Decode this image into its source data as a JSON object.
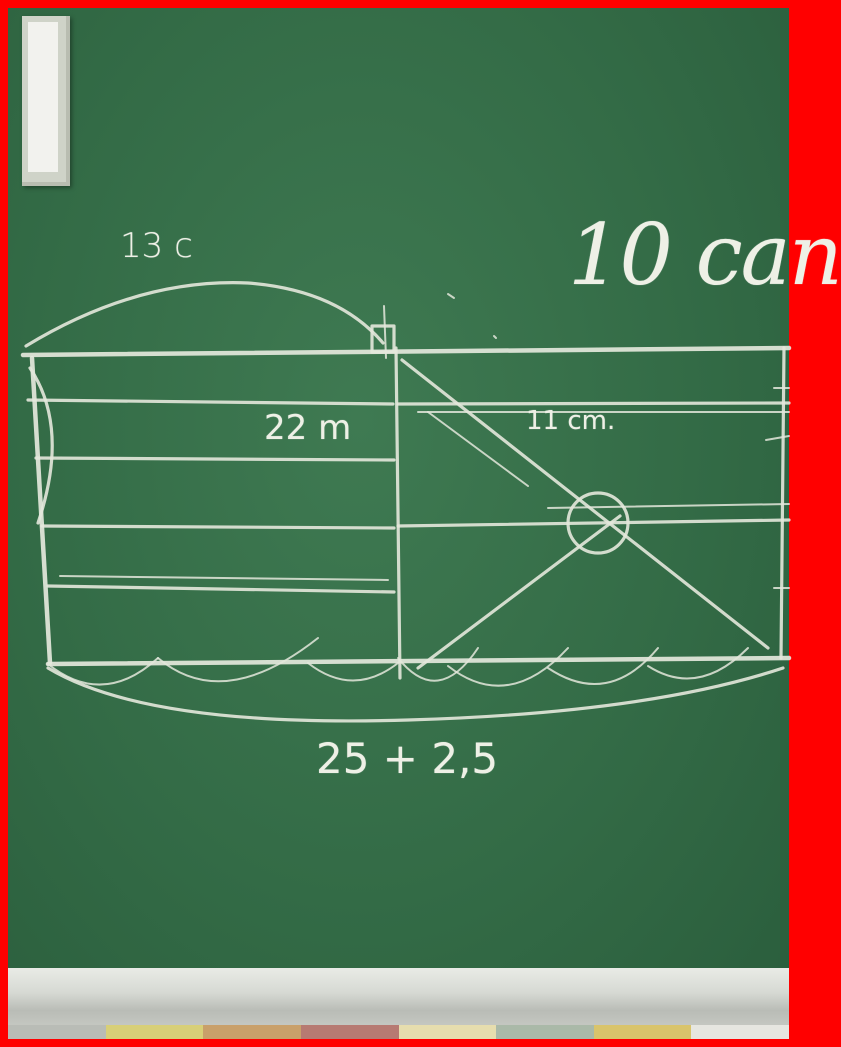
{
  "board": {
    "chalk_color": "#e4e8dc",
    "board_color": "#336b46",
    "border_color": "#ff0000"
  },
  "labels": {
    "top_left": "13 c",
    "top_right": "10 can",
    "left_measure": "22 m",
    "right_measure": "11 cm.",
    "bottom_sum": "25 + 2,5"
  }
}
